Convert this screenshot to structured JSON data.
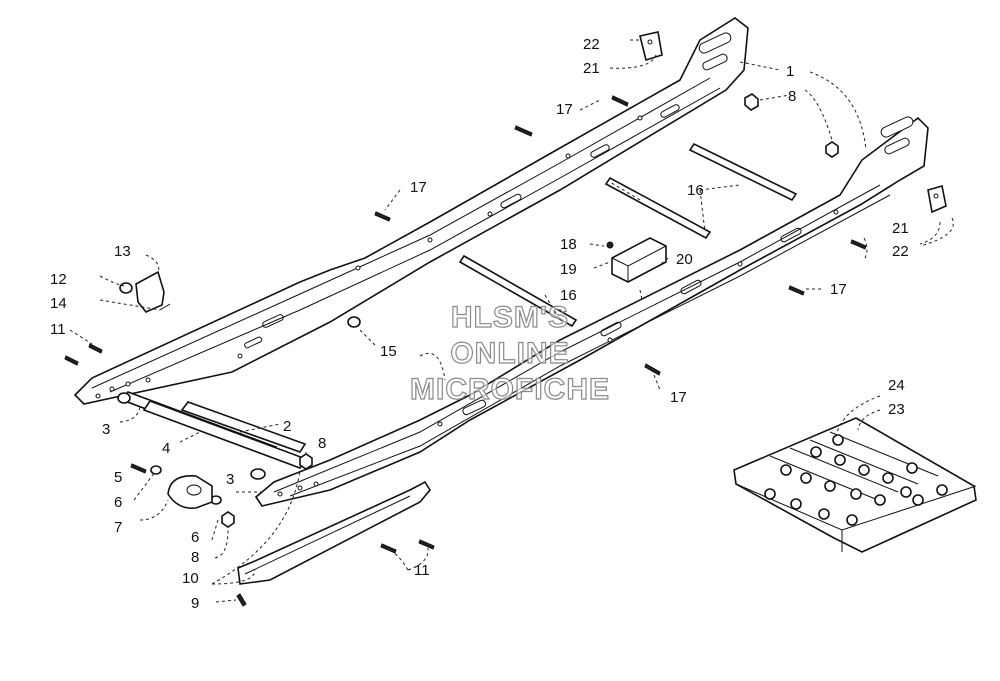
{
  "watermark": {
    "line1": "HLSM'S",
    "line2": "ONLINE",
    "line3": "MICROFICHE"
  },
  "callouts": {
    "c1": "1",
    "c2": "2",
    "c3a": "3",
    "c3b": "3",
    "c4": "4",
    "c5": "5",
    "c6a": "6",
    "c6b": "6",
    "c7": "7",
    "c8a": "8",
    "c8b": "8",
    "c8c": "8",
    "c9": "9",
    "c10": "10",
    "c11a": "11",
    "c11b": "11",
    "c12": "12",
    "c13": "13",
    "c14": "14",
    "c15": "15",
    "c16a": "16",
    "c16b": "16",
    "c17a": "17",
    "c17b": "17",
    "c17c": "17",
    "c17d": "17",
    "c18": "18",
    "c19": "19",
    "c20": "20",
    "c21a": "21",
    "c21b": "21",
    "c22a": "22",
    "c22b": "22",
    "c23": "23",
    "c24": "24"
  }
}
